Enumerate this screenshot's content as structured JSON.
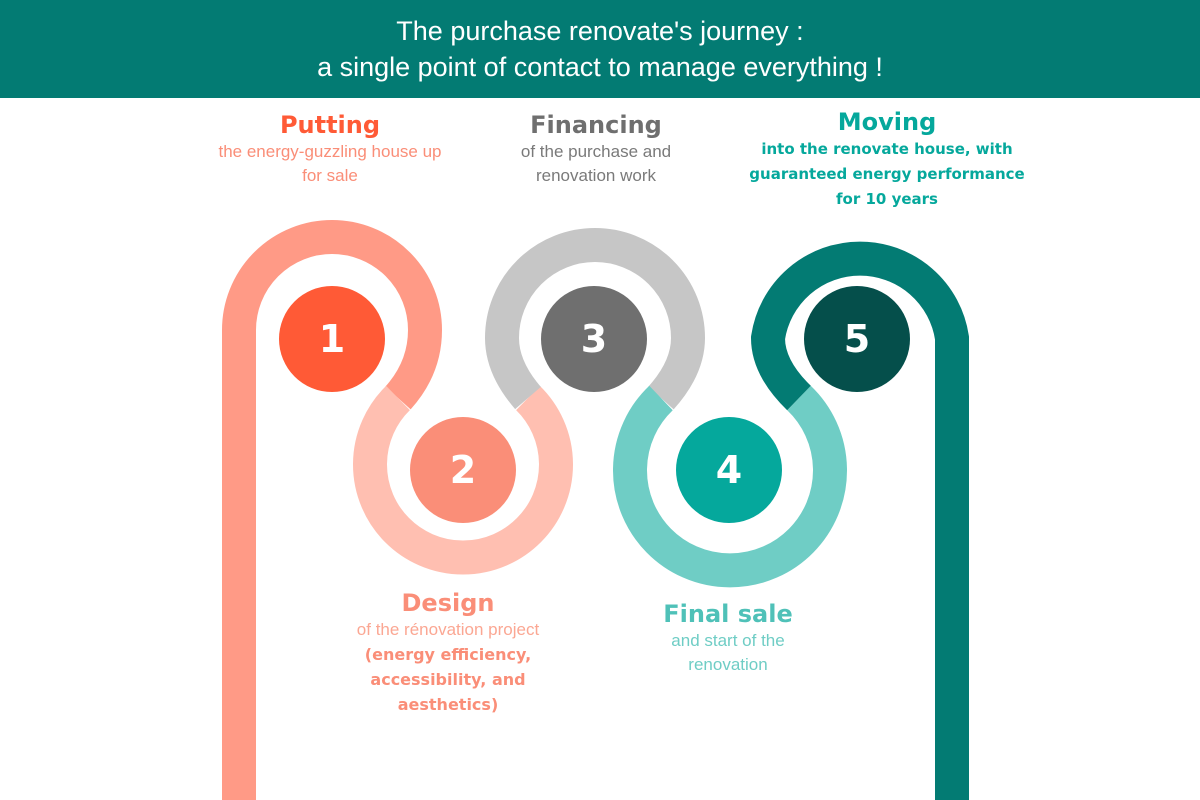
{
  "header": {
    "line1": "The purchase renovate's journey :",
    "line2": "a single point of contact to manage everything !"
  },
  "steps": [
    {
      "number": "1",
      "title": "Putting",
      "lines": [
        "the energy-guzzling house up",
        "for sale"
      ],
      "color": "#ff5a36",
      "ring_color": "#ff9a86"
    },
    {
      "number": "2",
      "title": "Design",
      "lines": [
        "of the rénovation project"
      ],
      "bold_lines": [
        "(energy efficiency,",
        "accessibility, and",
        "aesthetics)"
      ],
      "color": "#fa8e78",
      "ring_color": "#ffbfb1"
    },
    {
      "number": "3",
      "title": "Financing",
      "lines": [
        "of the purchase and",
        "renovation work"
      ],
      "color": "#6f6f6f",
      "ring_color": "#c6c6c6"
    },
    {
      "number": "4",
      "title": "Final sale",
      "lines": [
        "and start of the",
        "renovation"
      ],
      "color": "#05a89c",
      "ring_color": "#6fcdc5"
    },
    {
      "number": "5",
      "title": "Moving",
      "lines": [
        "into the renovate house, with",
        "guaranteed energy performance",
        "for 10 years"
      ],
      "color": "#054f4b",
      "ring_color": "#037b73"
    }
  ]
}
